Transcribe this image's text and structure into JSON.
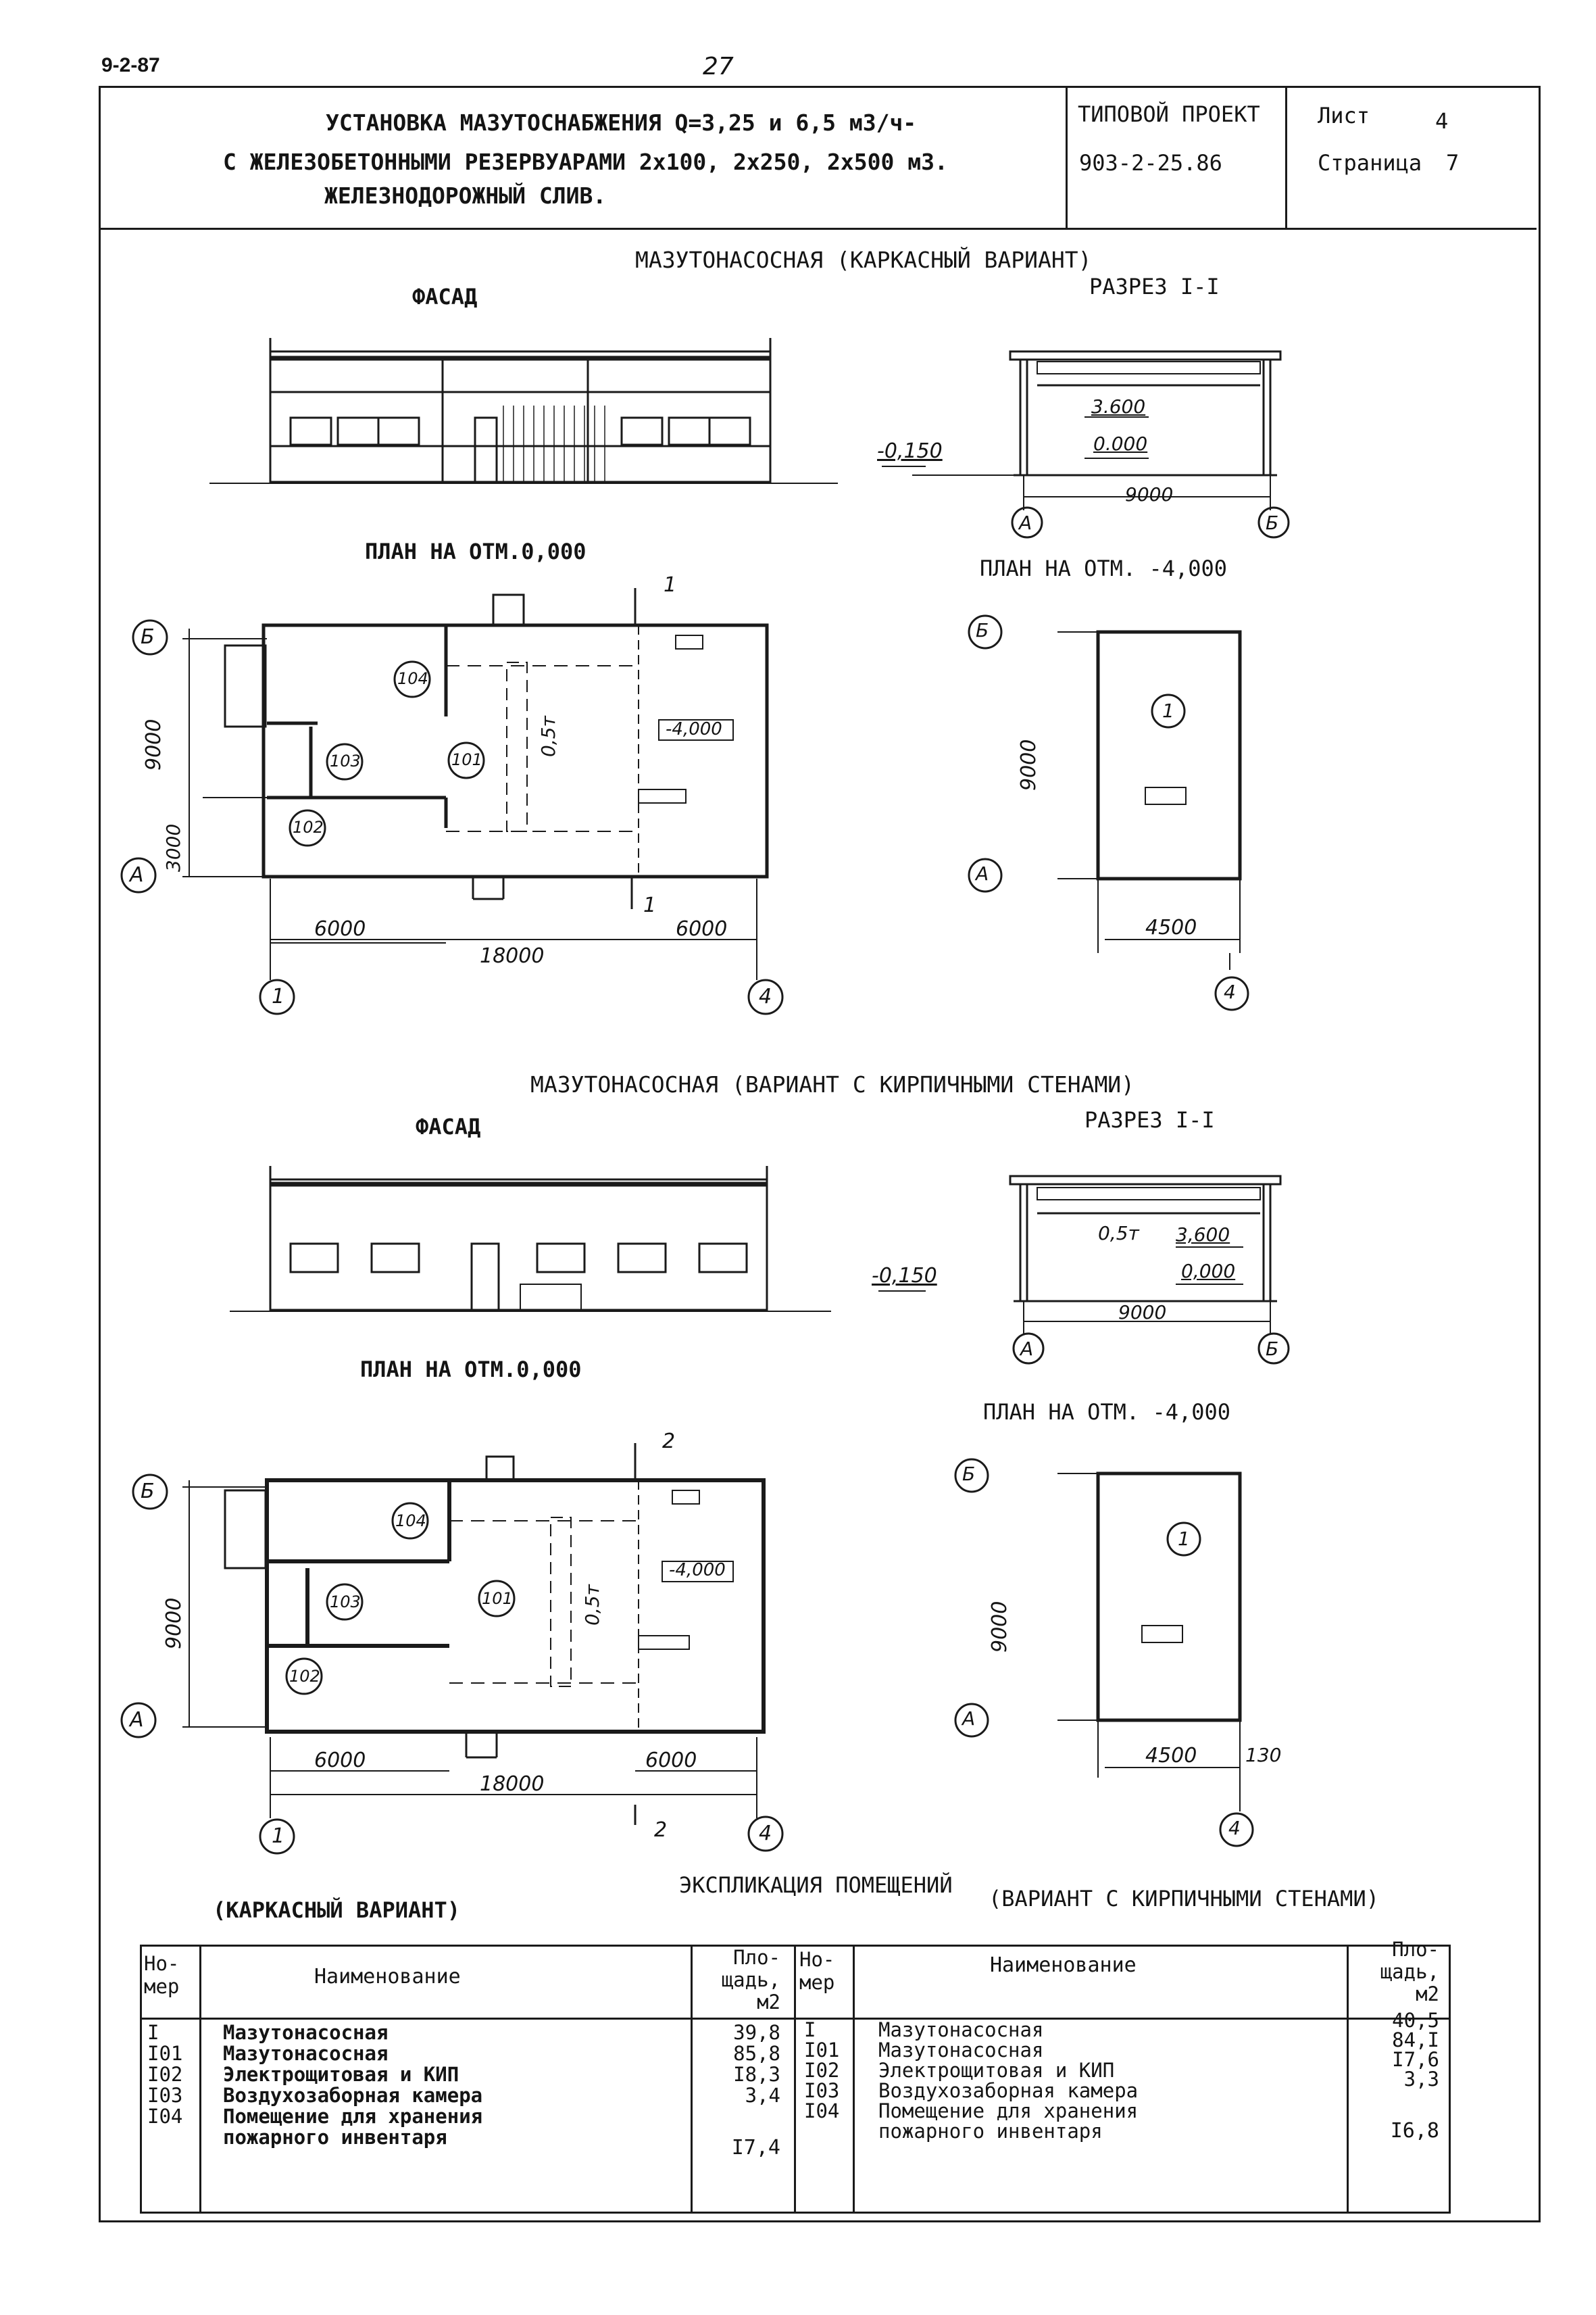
{
  "header": {
    "series": "9-2-87",
    "page_number": "27",
    "title_line1": "УСТАНОВКА МАЗУТОСНАБЖЕНИЯ Q=3,25 и 6,5 м3/ч-",
    "title_line2": "С ЖЕЛЕЗОБЕТОННЫМИ РЕЗЕРВУАРАМИ 2х100, 2х250, 2х500 м3.",
    "title_line3": "ЖЕЛЕЗНОДОРОЖНЫЙ СЛИВ.",
    "project_label": "ТИПОВОЙ ПРОЕКТ",
    "project_code": "903-2-25.86",
    "sheet_label": "Лист",
    "sheet_value": "4",
    "page_label": "Страница",
    "page_value": "7"
  },
  "section1": {
    "title": "МАЗУТОНАСОСНАЯ (КАРКАСНЫЙ ВАРИАНТ)",
    "facade_label": "ФАСАД",
    "section_label": "РАЗРЕЗ I-I",
    "plan0_label": "ПЛАН НА ОТМ.0,000",
    "plan4_label": "ПЛАН НА ОТМ. -4,000",
    "elev_ground": "-0,150",
    "elev_top": "3.600",
    "elev_floor": "0.000",
    "dim_span": "9000",
    "axis_a": "А",
    "axis_b": "Б",
    "axis_1": "1",
    "axis_4": "4",
    "dim_6000_left": "6000",
    "dim_6000_right": "6000",
    "dim_18000": "18000",
    "dim_9000_plan": "9000",
    "dim_3000": "3000",
    "dim_4500": "4500",
    "crane": "0,5т",
    "pit_mark": "-4,000",
    "cut_mark": "1",
    "room_104": "104",
    "room_103": "103",
    "room_102": "102",
    "room_101": "101",
    "room_1": "1"
  },
  "section2": {
    "title": "МАЗУТОНАСОСНАЯ (ВАРИАНТ С КИРПИЧНЫМИ СТЕНАМИ)",
    "facade_label": "ФАСАД",
    "section_label": "РАЗРЕЗ I-I",
    "plan0_label": "ПЛАН НА ОТМ.0,000",
    "plan4_label": "ПЛАН НА ОТМ. -4,000",
    "elev_ground": "-0,150",
    "elev_top": "3,600",
    "elev_floor": "0,000",
    "crane_section": "0,5т",
    "dim_span": "9000",
    "axis_a": "А",
    "axis_b": "Б",
    "axis_1": "1",
    "axis_4": "4",
    "dim_6000_left": "6000",
    "dim_6000_right": "6000",
    "dim_18000": "18000",
    "dim_9000_plan": "9000",
    "dim_4500": "4500",
    "dim_130": "130",
    "crane": "0,5т",
    "pit_mark": "-4,000",
    "cut_mark": "2",
    "room_104": "104",
    "room_103": "103",
    "room_102": "102",
    "room_101": "101",
    "room_1": "1"
  },
  "explication": {
    "title": "ЭКСПЛИКАЦИЯ ПОМЕЩЕНИЙ",
    "left_caption": "(КАРКАСНЫЙ ВАРИАНТ)",
    "right_caption": "(ВАРИАНТ С КИРПИЧНЫМИ СТЕНАМИ)",
    "col_number": "Но-\nмер",
    "col_name": "Наименование",
    "col_area": "Пло-\nщадь,\nм2",
    "left_numbers": "I\nI01\nI02\nI03\nI04",
    "left_names": "Мазутонасосная\nМазутонасосная\nЭлектрощитовая и КИП\nВоздухозаборная камера\nПомещение для хранения\nпожарного инвентаря",
    "left_areas": "39,8\n85,8\nI8,3\n3,4",
    "left_area_last": "I7,4",
    "right_numbers": "I\nI01\nI02\nI03\nI04",
    "right_names": "Мазутонасосная\nМазутонасосная\nЭлектрощитовая и КИП\nВоздухозаборная камера\nПомещение для хранения\nпожарного инвентаря",
    "right_areas": "40,5\n84,I\nI7,6\n3,3",
    "right_area_last": "I6,8"
  }
}
